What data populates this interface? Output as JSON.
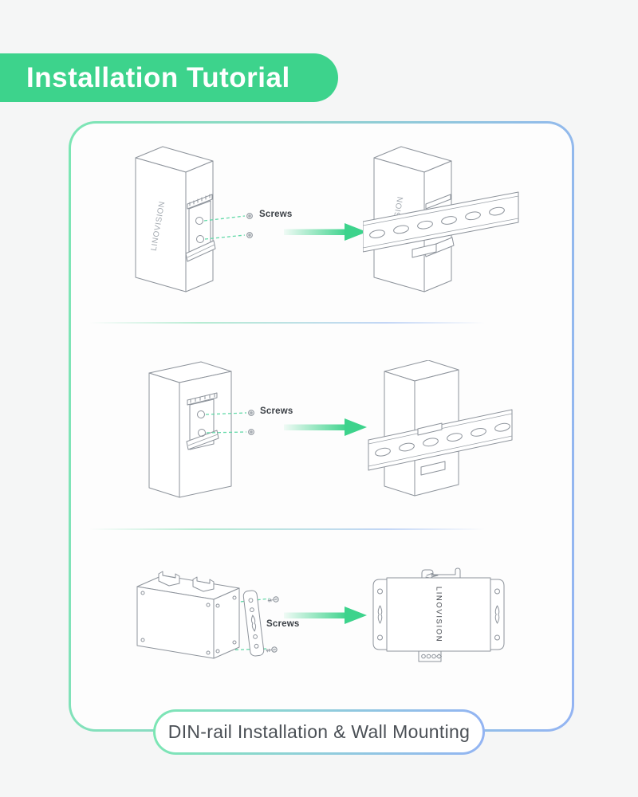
{
  "header": {
    "title": "Installation Tutorial"
  },
  "brand_label": "LINOVISION",
  "steps": [
    {
      "id": "din-rail-clip-side-view",
      "screws_label": "Screws"
    },
    {
      "id": "din-rail-clip-back-view",
      "screws_label": "Screws"
    },
    {
      "id": "wall-mount-ears",
      "screws_label": "Screws"
    }
  ],
  "caption": {
    "text": "DIN-rail Installation & Wall Mounting"
  },
  "colors": {
    "accent_green": "#3dd38c",
    "accent_blue": "#93b4f3",
    "line_art": "#8d939b",
    "dash_green": "#62d9a8",
    "background": "#f5f6f6",
    "panel_fill": "#fdfdfd"
  }
}
